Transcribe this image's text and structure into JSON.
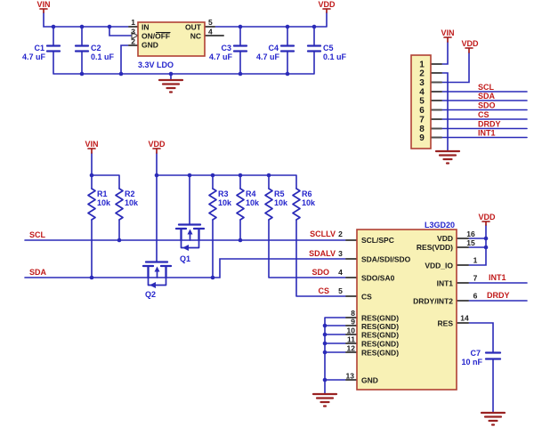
{
  "nets": {
    "vin": "VIN",
    "vdd": "VDD",
    "scl": "SCL",
    "sda": "SDA",
    "sdo": "SDO",
    "cs": "CS",
    "drdy": "DRDY",
    "int1": "INT1",
    "scllv": "SCLLV",
    "sdalv": "SDALV"
  },
  "ldo": {
    "title": "3.3V LDO",
    "pin_in": "IN",
    "pin_onoff": "ON/OFF",
    "pin_gnd": "GND",
    "pin_out": "OUT",
    "pin_nc": "NC",
    "num_in": "1",
    "num_onoff": "3",
    "num_gnd": "2",
    "num_out": "5",
    "num_nc": "4"
  },
  "capacitors": [
    {
      "ref": "C1",
      "value": "4.7 uF"
    },
    {
      "ref": "C2",
      "value": "0.1 uF"
    },
    {
      "ref": "C3",
      "value": "4.7 uF"
    },
    {
      "ref": "C4",
      "value": "4.7 uF"
    },
    {
      "ref": "C5",
      "value": "0.1 uF"
    },
    {
      "ref": "C7",
      "value": "10 nF"
    }
  ],
  "resistors": [
    {
      "ref": "R1",
      "value": "10k"
    },
    {
      "ref": "R2",
      "value": "10k"
    },
    {
      "ref": "R3",
      "value": "10k"
    },
    {
      "ref": "R4",
      "value": "10k"
    },
    {
      "ref": "R5",
      "value": "10k"
    },
    {
      "ref": "R6",
      "value": "10k"
    }
  ],
  "transistors": [
    {
      "ref": "Q1"
    },
    {
      "ref": "Q2"
    }
  ],
  "connector": {
    "pin_numbers": [
      "1",
      "2",
      "3",
      "4",
      "5",
      "6",
      "7",
      "8",
      "9"
    ]
  },
  "ic": {
    "name": "L3GD20",
    "left_pins": [
      {
        "num": "2",
        "name": "SCL/SPC"
      },
      {
        "num": "3",
        "name": "SDA/SDI/SDO"
      },
      {
        "num": "4",
        "name": "SDO/SA0"
      },
      {
        "num": "5",
        "name": "CS"
      },
      {
        "num": "8",
        "name": "RES(GND)"
      },
      {
        "num": "9",
        "name": "RES(GND)"
      },
      {
        "num": "10",
        "name": "RES(GND)"
      },
      {
        "num": "11",
        "name": "RES(GND)"
      },
      {
        "num": "12",
        "name": "RES(GND)"
      },
      {
        "num": "13",
        "name": "GND"
      }
    ],
    "right_pins": [
      {
        "num": "16",
        "name": "VDD"
      },
      {
        "num": "15",
        "name": "RES(VDD)"
      },
      {
        "num": "1",
        "name": "VDD_IO"
      },
      {
        "num": "7",
        "name": "INT1"
      },
      {
        "num": "6",
        "name": "DRDY/INT2"
      },
      {
        "num": "14",
        "name": "RES"
      }
    ]
  }
}
